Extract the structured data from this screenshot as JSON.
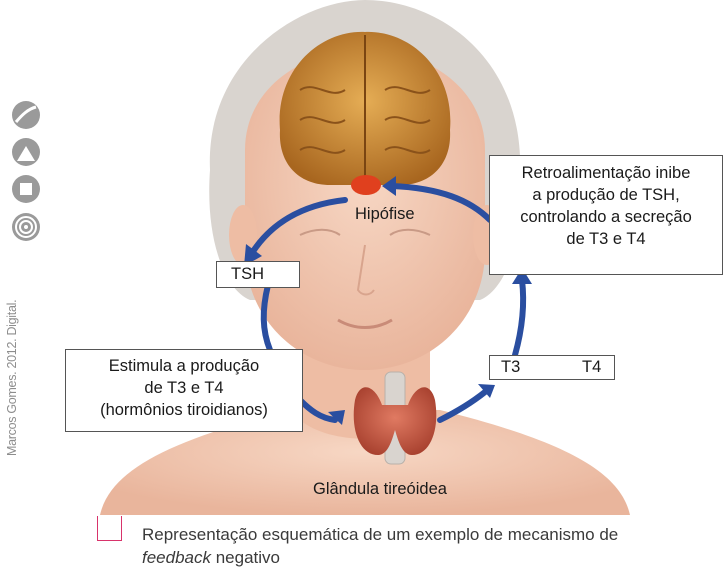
{
  "credit": "Marcos Gomes. 2012. Digital.",
  "labels": {
    "pituitary": "Hipófise",
    "thyroid": "Glândula tireóidea"
  },
  "boxes": {
    "tsh": "TSH",
    "stimulus": [
      "Estimula a produção",
      "de T3 e T4",
      "(hormônios tiroidianos)"
    ],
    "hormones": [
      "T3",
      "T4"
    ],
    "feedback": [
      "Retroalimentação inibe",
      "a produção de TSH,",
      "controlando a secreção",
      "de T3 e T4"
    ]
  },
  "caption": {
    "line1": "Representação esquemática de um exemplo de mecanismo de",
    "line2_italic": "feedback",
    "line2_rest": " negativo"
  },
  "icons": [
    "leaf-icon",
    "play-triangle-icon",
    "stop-square-icon",
    "spiral-icon"
  ],
  "colors": {
    "arrow": "#2a4ea0",
    "skin": "#f2c8b2",
    "hair": "#d9d4cf",
    "brain": "#c8882e",
    "thyroid": "#c65a48",
    "pituitary": "#e0401e",
    "caption_marker": "#d8336b",
    "icon": "#9a9a9a"
  }
}
